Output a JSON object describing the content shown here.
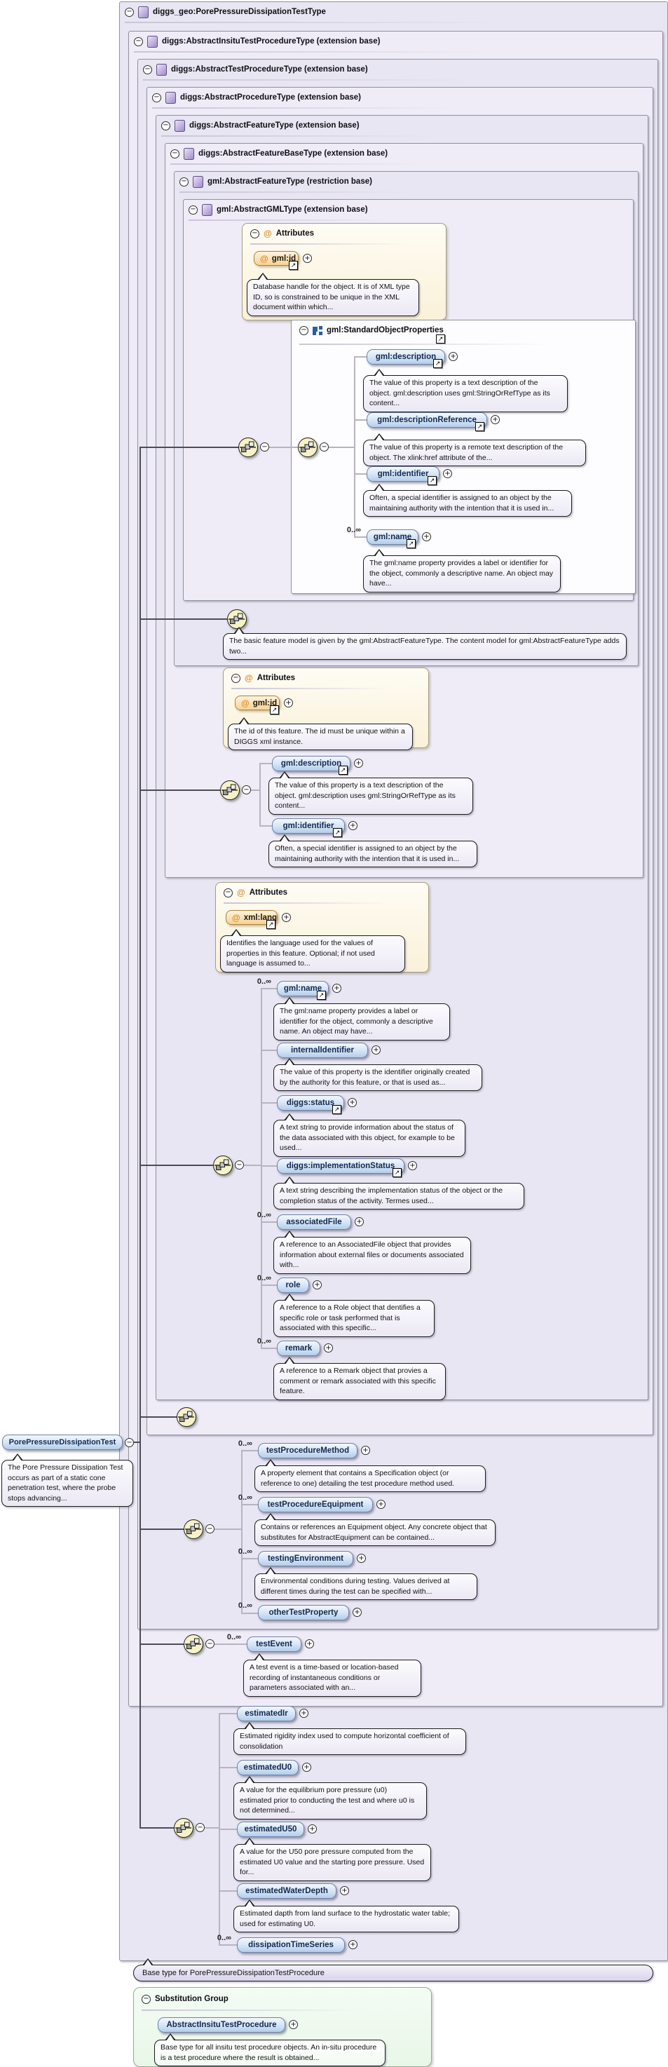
{
  "icons": {
    "plus": "+",
    "minus": "−",
    "link": "↗",
    "at": "@"
  },
  "card_many": "0..∞",
  "attr_header": "Attributes",
  "palette": {
    "chip_blue": "#b3cdeb",
    "attr_cream": "#f6d394",
    "box_lavender": "#e9e6f3",
    "group_white": "#fdfdff",
    "subst_green": "#e8f7e8",
    "seq_yellow": "#f6f2c6"
  },
  "root": {
    "title": "diggs_geo:PorePressureDissipationTestType"
  },
  "levels": {
    "l1": "diggs:AbstractInsituTestProcedureType (extension base)",
    "l2": "diggs:AbstractTestProcedureType (extension base)",
    "l3": "diggs:AbstractProcedureType (extension base)",
    "l4": "diggs:AbstractFeatureType (extension base)",
    "l5": "diggs:AbstractFeatureBaseType (extension base)",
    "l6": "gml:AbstractFeatureType (restriction base)",
    "l7": "gml:AbstractGMLType (extension base)"
  },
  "gml_id_attr": {
    "name": "gml:id",
    "note": "Database handle for the object. It is of XML type ID, so is constrained to be unique in the XML document within which..."
  },
  "group": {
    "title": "gml:StandardObjectProperties"
  },
  "gml": {
    "description": {
      "name": "gml:description",
      "note": "The value of this property is a text description of the object. gml:description uses gml:StringOrRefType as its content..."
    },
    "descriptionReference": {
      "name": "gml:descriptionReference",
      "note": "The value of this property is a remote text description of the object. The xlink:href attribute of the..."
    },
    "identifier": {
      "name": "gml:identifier",
      "note": "Often, a special identifier is assigned to an object by the maintaining authority with the intention that it is used in..."
    },
    "name": {
      "name": "gml:name",
      "note": "The gml:name property provides a label or identifier for the object, commonly a descriptive name. An object may have..."
    }
  },
  "restriction_note": "The basic feature model is given by the gml:AbstractFeatureType. The content model for gml:AbstractFeatureType adds two...",
  "diggs_id_attr": {
    "name": "gml:id",
    "note": "The id of this feature. The id must be unique within a DIGGS xml instance."
  },
  "xml_lang_attr": {
    "name": "xml:lang",
    "note": "Identifies the language used for the values of properties in this feature. Optional; if not used language is assumed to..."
  },
  "feature": {
    "internalIdentifier": {
      "name": "internalIdentifier",
      "note": "The value of this property is the identifier originally created by the authority for this feature, or that is used as..."
    },
    "status": {
      "name": "diggs:status",
      "note": "A text string to provide information about the status of the data associated with this object, for example to be used..."
    },
    "implementationStatus": {
      "name": "diggs:implementationStatus",
      "note": "A text string describing the implementation status of the object or the completion status of the activity. Termes used..."
    },
    "associatedFile": {
      "name": "associatedFile",
      "note": "A reference to an AssociatedFile object that provides information about external files or documents associated with..."
    },
    "role": {
      "name": "role",
      "note": "A reference to a Role object that dentifies a specific role or task performed that is associated with this specific..."
    },
    "remark": {
      "name": "remark",
      "note": "A reference to a Remark object that provies a comment or remark associated with this specific feature."
    }
  },
  "test": {
    "testProcedureMethod": {
      "name": "testProcedureMethod",
      "note": "A property element that contains a Specification object (or reference to one) detailing the test procedure method used."
    },
    "testProcedureEquipment": {
      "name": "testProcedureEquipment",
      "note": "Contains or references an Equipment object. Any concrete object that substitutes for AbstractEquipment can be contained..."
    },
    "testingEnvironment": {
      "name": "testingEnvironment",
      "note": "Environmental conditions during testing. Values derived at different times during the test can be specified with..."
    },
    "otherTestProperty": {
      "name": "otherTestProperty"
    }
  },
  "insitu": {
    "testEvent": {
      "name": "testEvent",
      "note": "A test event is a time-based or location-based recording of instantaneous conditions or parameters associated with an..."
    }
  },
  "dissipation": {
    "estimatedIr": {
      "name": "estimatedIr",
      "note": "Estimated rigidity index used to compute horizontal coefficient of consolidation"
    },
    "estimatedU0": {
      "name": "estimatedU0",
      "note": "A value for the equilibrium pore pressure (u0) estimated prior to conducting the test and where u0 is not determined..."
    },
    "estimatedU50": {
      "name": "estimatedU50",
      "note": "A value for the U50 pore pressure computed from the estimated U0 value and the starting pore pressure. Used for..."
    },
    "estimatedWaterDepth": {
      "name": "estimatedWaterDepth",
      "note": "Estimated dapth from land surface to the hydrostatic water table; used for estimating U0."
    },
    "dissipationTimeSeries": {
      "name": "dissipationTimeSeries"
    }
  },
  "element": {
    "name": "PorePressureDissipationTest",
    "note": "The Pore Pressure Dissipation Test occurs as part of a static cone penetration test, where the probe stops advancing..."
  },
  "footer_note": "Base type for PorePressureDissipationTestProcedure",
  "substitution": {
    "header": "Substitution Group",
    "name": "AbstractInsituTestProcedure",
    "note": "Base type for all insitu test procedure objects. An in-situ procedure is a test procedure where the result is obtained..."
  }
}
